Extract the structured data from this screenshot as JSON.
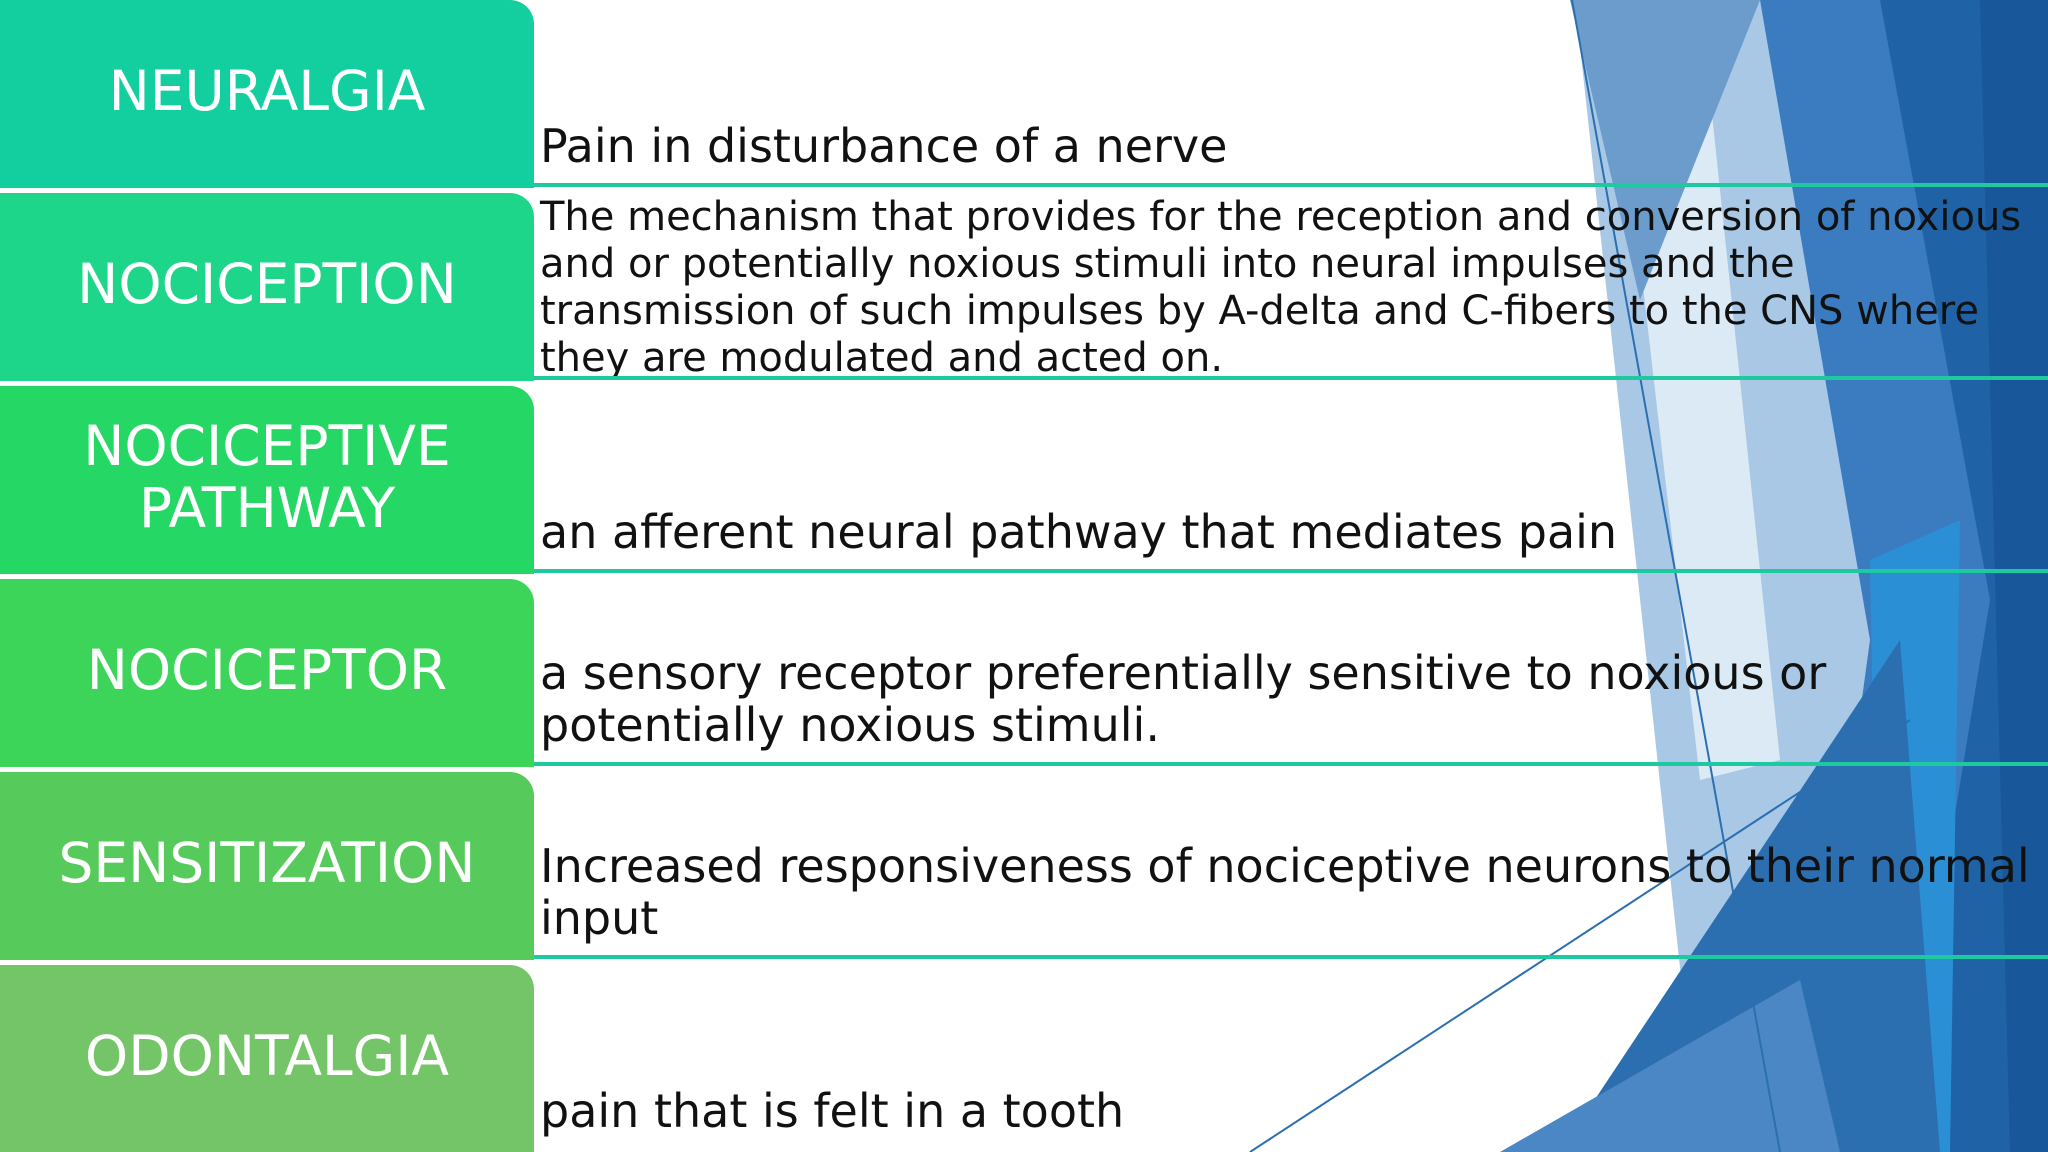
{
  "slide": {
    "rows": [
      {
        "term": "NEURALGIA",
        "definition": "Pain in disturbance of a nerve",
        "color": "#13cfa0"
      },
      {
        "term": "NOCICEPTION",
        "definition": "The mechanism that provides for the reception and conversion of noxious and or potentially noxious stimuli into neural impulses and the transmission of such impulses by A-delta and C-fibers to the CNS where they are modulated and acted on.",
        "color": "#1ed68a"
      },
      {
        "term": "NOCICEPTIVE\nPATHWAY",
        "definition": "an afferent neural pathway that mediates pain",
        "color": "#25d865"
      },
      {
        "term": "NOCICEPTOR",
        "definition": "a sensory receptor preferentially sensitive to noxious or potentially noxious stimuli.",
        "color": "#3dd45a"
      },
      {
        "term": "SENSITIZATION",
        "definition": "Increased responsiveness of nociceptive neurons to their normal input",
        "color": "#56ca5b"
      },
      {
        "term": "ODONTALGIA",
        "definition": "pain that is felt in a tooth",
        "color": "#74c567"
      }
    ]
  },
  "colors": {
    "rule": "#1fc9a0",
    "decor_dark": "#1f62a6",
    "decor_mid": "#2f86c8",
    "decor_light": "#8fbfe6"
  }
}
